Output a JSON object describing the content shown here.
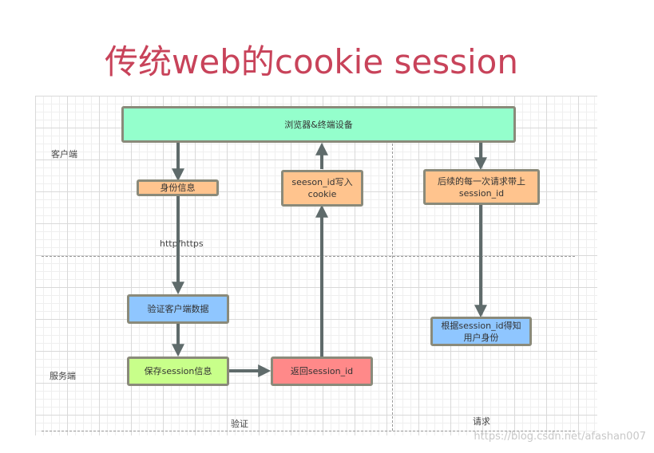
{
  "title": "传统web的cookie session",
  "lanes": {
    "client": "客户端",
    "server": "服务端"
  },
  "sections": {
    "verify": "验证",
    "request": "请求"
  },
  "nodes": {
    "browser": "浏览器&终端设备",
    "identity": "身份信息",
    "verify_client_data": "验证客户端数据",
    "save_session": "保存session信息",
    "return_session": "返回session_id",
    "write_cookie_line1": "seeson_id写入",
    "write_cookie_line2": "cookie",
    "subsequent_line1": "后续的每一次请求带上",
    "subsequent_line2": "session_id",
    "lookup_line1": "根据session_id得知",
    "lookup_line2": "用户身份"
  },
  "edge_labels": {
    "protocol": "http/https"
  },
  "watermark": "https://blog.csdn.net/afashan007",
  "colors": {
    "title": "#c8435a",
    "browser_box": "#94ffcc",
    "orange_box": "#ffc48e",
    "blue_box": "#8fc6ff",
    "green_box": "#c8ff8a",
    "red_box": "#ff8989",
    "arrow": "#5f6b6b"
  }
}
